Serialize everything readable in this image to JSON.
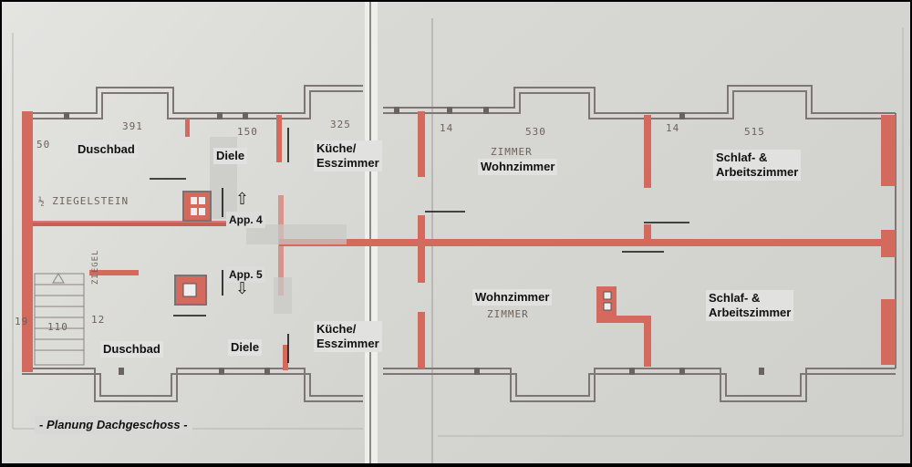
{
  "rooms": {
    "duschbad_top": "Duschbad",
    "diele_top": "Diele",
    "kueche_top": "Küche/\nEsszimmer",
    "wohnzimmer_top": "Wohnzimmer",
    "schlaf_top": "Schlaf- &\nArbeitszimmer",
    "duschbad_bottom": "Duschbad",
    "diele_bottom": "Diele",
    "kueche_bottom": "Küche/\nEsszimmer",
    "wohnzimmer_bottom": "Wohnzimmer",
    "schlaf_bottom": "Schlaf- &\nArbeitszimmer"
  },
  "apartments": {
    "app4": "App. 4",
    "app5": "App. 5"
  },
  "title": "- Planung Dachgeschoss -",
  "handwritten": {
    "dim_391": "391",
    "dim_150": "150",
    "dim_325": "325",
    "dim_14a": "14",
    "dim_530": "530",
    "dim_14b": "14",
    "dim_515": "515",
    "dim_50": "50",
    "dim_110": "110",
    "dim_12": "12",
    "dim_19": "19",
    "ziegelstein": "½ ZIEGELSTEIN",
    "zimmer_top": "ZIMMER",
    "zimmer_bottom": "ZIMMER",
    "ziegel_side": "ZIEGEL"
  },
  "icons": {
    "up": "arrow-up-icon",
    "down": "arrow-down-icon"
  },
  "colors": {
    "paper": "#dcdcd8",
    "paper_right": "#d6d6d2",
    "wall_red": "#d4695e",
    "wall_dark": "#7a7270",
    "label_bg": "#e1e1df"
  }
}
